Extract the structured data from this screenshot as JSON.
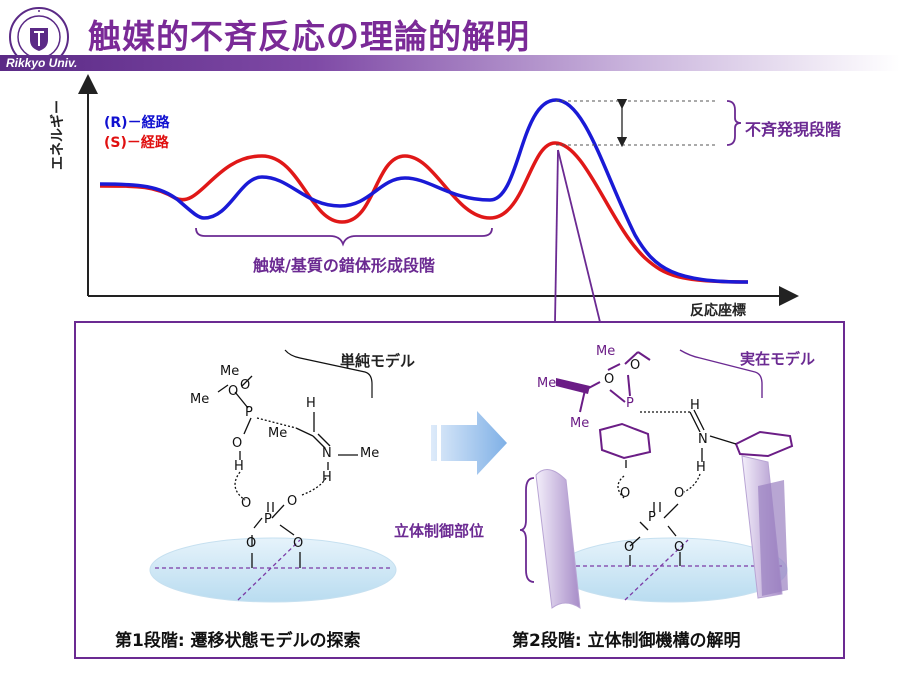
{
  "header": {
    "title": "触媒的不斉反応の理論的解明",
    "university": "Rikkyo Univ."
  },
  "energy_diagram": {
    "y_axis_label": "エネルギー",
    "x_axis_label": "反応座標",
    "legend": {
      "r_path": "(R)－経路",
      "s_path": "(S)－経路"
    },
    "complex_formation_label": "触媒/基質の錯体形成段階",
    "asymmetric_step_label": "不斉発現段階",
    "colors": {
      "r_path": "#1a1ad6",
      "s_path": "#e01818",
      "accent": "#6b2a92"
    }
  },
  "panel": {
    "simple_model_label": "単純モデル",
    "real_model_label": "実在モデル",
    "stereo_control_label": "立体制御部位",
    "step1_label": "第1段階: 遷移状態モデルの探索",
    "step2_label": "第2段階: 立体制御機構の解明",
    "structure1_atoms": [
      "Me",
      "O",
      "Me",
      "O",
      "P",
      "O",
      "H",
      "H",
      "Me",
      "N",
      "Me",
      "H",
      "O",
      "O",
      "P",
      "O",
      "O"
    ],
    "structure2_atoms": [
      "O",
      "O",
      "P",
      "H",
      "N",
      "H",
      "O",
      "O",
      "P",
      "O",
      "O",
      "Me",
      "Me",
      "Me"
    ]
  }
}
